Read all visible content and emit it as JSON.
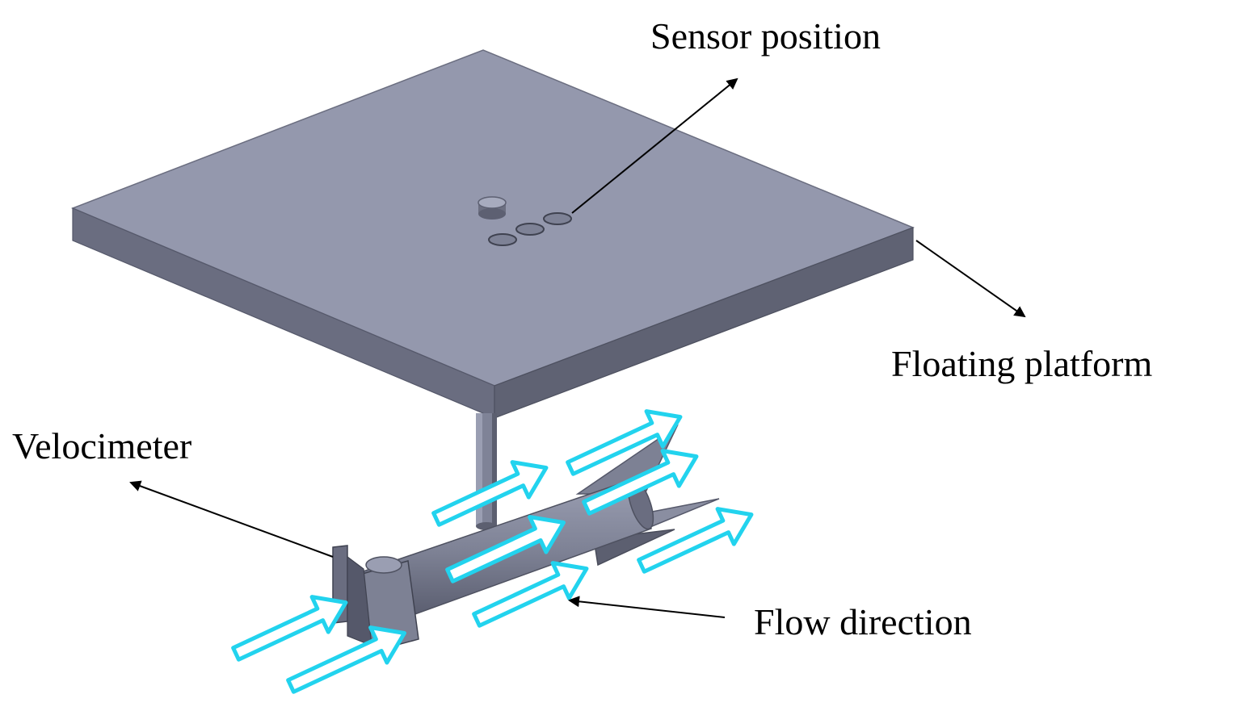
{
  "labels": {
    "sensor_position": "Sensor position",
    "floating_platform": "Floating platform",
    "velocimeter": "Velocimeter",
    "flow_direction": "Flow direction"
  },
  "colors": {
    "platform_top": "#9498ad",
    "platform_front": "#5f6273",
    "platform_side": "#717487",
    "body": "#7d8194",
    "body_dark": "#55586a",
    "flow_arrow": "#22d3ee",
    "pointer": "#000000"
  },
  "icons": {
    "flow": "hollow-right-arrow",
    "pointer": "solid-arrowhead"
  }
}
